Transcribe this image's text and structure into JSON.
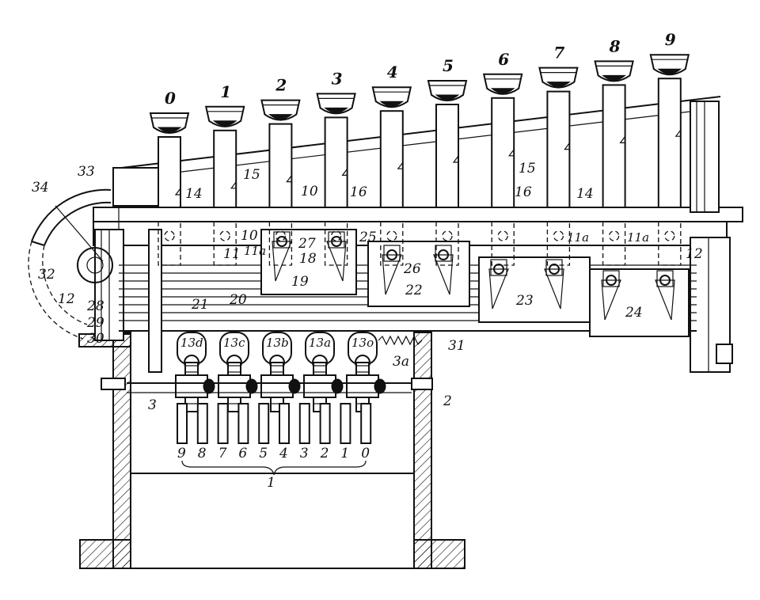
{
  "key_numbers": [
    "0",
    "1",
    "2",
    "3",
    "4",
    "5",
    "6",
    "7",
    "8",
    "9"
  ],
  "bottom_numbers": [
    "9",
    "8",
    "7",
    "6",
    "5",
    "4",
    "3",
    "2",
    "1",
    "0"
  ],
  "gear_labels": [
    "13d",
    "13c",
    "13b",
    "13a",
    "13o"
  ],
  "labels": {
    "l33": "33",
    "l34": "34",
    "l32": "32",
    "l12a": "12",
    "l12b": "12",
    "l14a": "14",
    "l14b": "14",
    "l15a": "15",
    "l15b": "15",
    "l16a": "16",
    "l16b": "16",
    "l10a": "10",
    "l10b": "10",
    "l11": "11",
    "l11a1": "11a",
    "l11a2": "11a",
    "l11a3": "11a",
    "l27": "27",
    "l25": "25",
    "l18": "18",
    "l19": "19",
    "l26": "26",
    "l22": "22",
    "l23": "23",
    "l24": "24",
    "l20": "20",
    "l21": "21",
    "l28": "28",
    "l29": "29",
    "l30": "30",
    "l31": "31",
    "l3a": "3a",
    "l3": "3",
    "l2": "2",
    "l1": "1"
  }
}
